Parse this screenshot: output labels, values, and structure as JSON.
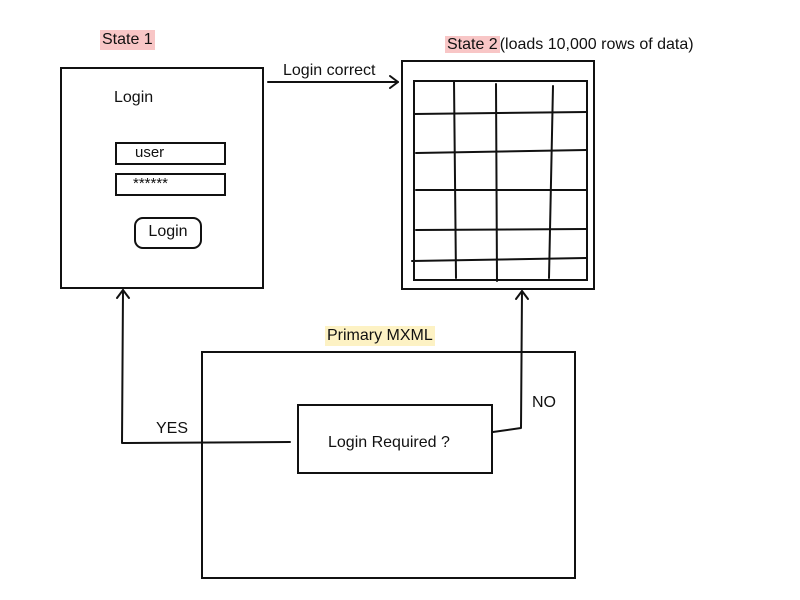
{
  "state1": {
    "label": "State 1",
    "highlight_color": "#f8c6c6",
    "title": "Login",
    "user_field": "user",
    "password_field": "******",
    "login_button": "Login"
  },
  "state2": {
    "label": "State 2",
    "note": "(loads 10,000 rows of data)",
    "highlight_color": "#f8c6c6"
  },
  "primary": {
    "label": "Primary MXML",
    "highlight_color": "#fdf2c4",
    "decision": "Login Required ?"
  },
  "edges": {
    "login_correct": "Login correct",
    "yes": "YES",
    "no": "NO"
  }
}
